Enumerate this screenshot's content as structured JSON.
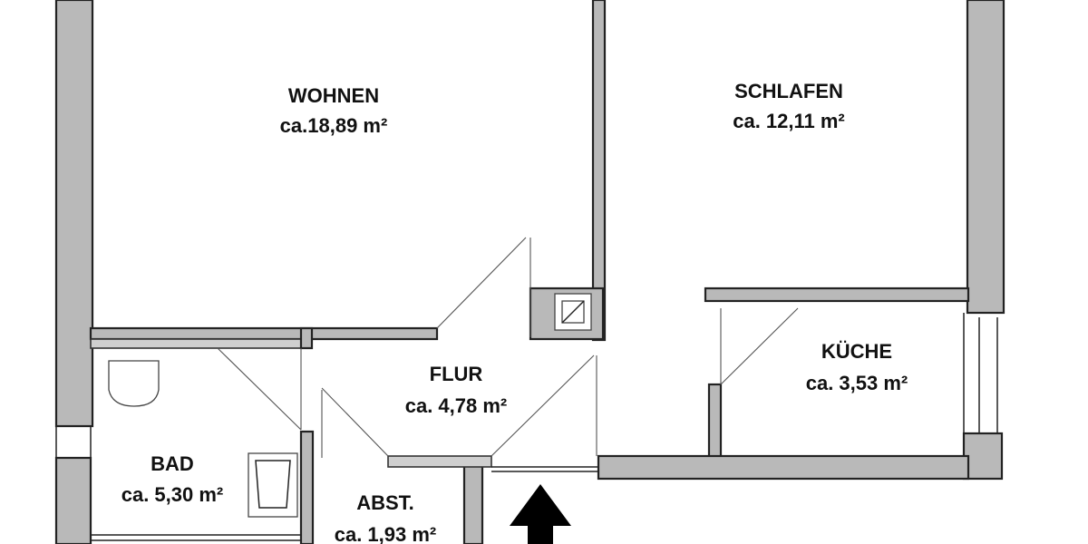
{
  "rooms": [
    {
      "id": "wohnen",
      "name": "WOHNEN",
      "area": "ca.18,89 m²"
    },
    {
      "id": "schlafen",
      "name": "SCHLAFEN",
      "area": "ca. 12,11 m²"
    },
    {
      "id": "flur",
      "name": "FLUR",
      "area": "ca. 4,78 m²"
    },
    {
      "id": "kueche",
      "name": "KÜCHE",
      "area": "ca. 3,53 m²"
    },
    {
      "id": "bad",
      "name": "BAD",
      "area": "ca. 5,30 m²"
    },
    {
      "id": "abst",
      "name": "ABST.",
      "area": "ca. 1,93 m²"
    }
  ],
  "icons": {
    "entrance": "arrow-up-icon",
    "chimney": "chimney-shaft-icon",
    "toilet": "toilet-icon",
    "washbasin": "washbasin-icon"
  },
  "colors": {
    "wall_fill": "#b9b9b9",
    "line": "#222222"
  }
}
